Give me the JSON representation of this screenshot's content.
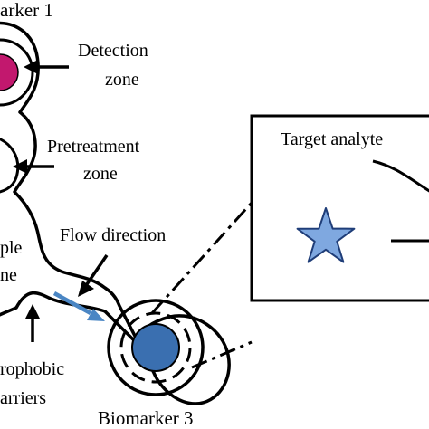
{
  "labels": {
    "biomarker_1": "arker 1",
    "detection_zone_line1": "Detection",
    "detection_zone_line2": "zone",
    "pretreatment_zone_line1": "Pretreatment",
    "pretreatment_zone_line2": "zone",
    "sample_zone_line1": "ple",
    "sample_zone_line2": "ne",
    "flow_direction": "Flow direction",
    "hydrophobic_line1": "rophobic",
    "hydrophobic_line2": "arriers",
    "biomarker_3": "Biomarker 3",
    "target_analyte": "Target analyte"
  },
  "colors": {
    "outline": "#000000",
    "background": "#ffffff",
    "detection_dot": "#c2186e",
    "biomarker3_dot": "#3a6fb0",
    "flow_arrow": "#4a86c4",
    "star_fill": "#7fa8e0",
    "star_stroke": "#1f3d78"
  },
  "icons": {
    "detection_dot": "circle-magenta",
    "biomarker3_dot": "circle-blue",
    "analyte_marker": "star-icon",
    "flow_arrow": "arrow-right-icon"
  }
}
